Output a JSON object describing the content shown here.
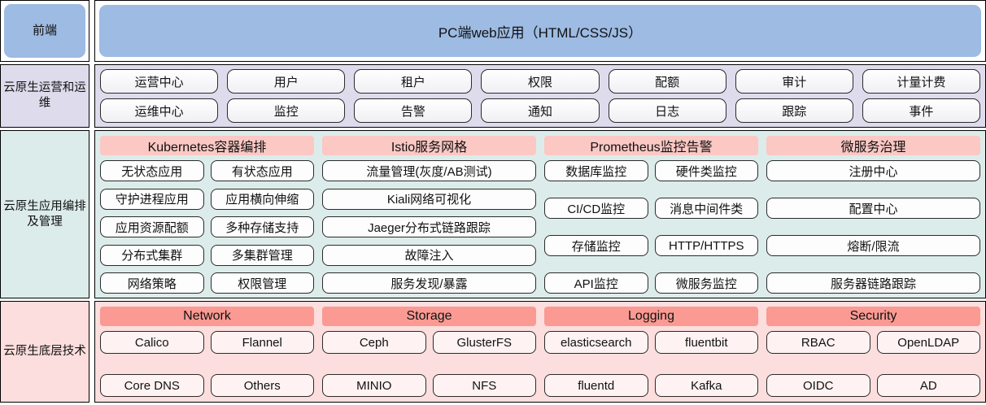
{
  "colors": {
    "frontend_blue": "#9dbbe3",
    "ops_purple": "#dedcec",
    "orch_teal": "#dcecea",
    "infra_pink": "#fbdedd",
    "header_pink": "#fbc8c4",
    "header_pink_strong": "#fa9a93"
  },
  "layers": [
    {
      "id": "frontend",
      "label": "前端",
      "title": "PC端web应用（HTML/CSS/JS）"
    },
    {
      "id": "ops",
      "label": "云原生运营和运维",
      "rows": [
        [
          "运营中心",
          "用户",
          "租户",
          "权限",
          "配额",
          "审计",
          "计量计费"
        ],
        [
          "运维中心",
          "监控",
          "告警",
          "通知",
          "日志",
          "跟踪",
          "事件"
        ]
      ]
    },
    {
      "id": "orchestration",
      "label": "云原生应用编排及管理",
      "columns": [
        {
          "header": "Kubernetes容器编排",
          "rows": [
            [
              "无状态应用",
              "有状态应用"
            ],
            [
              "守护进程应用",
              "应用横向伸缩"
            ],
            [
              "应用资源配额",
              "多种存储支持"
            ],
            [
              "分布式集群",
              "多集群管理"
            ],
            [
              "网络策略",
              "权限管理"
            ]
          ]
        },
        {
          "header": "Istio服务网格",
          "rows": [
            [
              "流量管理(灰度/AB测试)"
            ],
            [
              "Kiali网络可视化"
            ],
            [
              "Jaeger分布式链路跟踪"
            ],
            [
              "故障注入"
            ],
            [
              "服务发现/暴露"
            ]
          ]
        },
        {
          "header": "Prometheus监控告警",
          "rows": [
            [
              "数据库监控",
              "硬件类监控"
            ],
            [
              "CI/CD监控",
              "消息中间件类"
            ],
            [
              "存储监控",
              "HTTP/HTTPS"
            ],
            [
              "API监控",
              "微服务监控"
            ]
          ]
        },
        {
          "header": "微服务治理",
          "rows": [
            [
              "注册中心"
            ],
            [
              "配置中心"
            ],
            [
              "熔断/限流"
            ],
            [
              "服务器链路跟踪"
            ]
          ]
        }
      ]
    },
    {
      "id": "infrastructure",
      "label": "云原生底层技术",
      "columns": [
        {
          "header": "Network",
          "rows": [
            [
              "Calico",
              "Flannel"
            ],
            [
              "Core DNS",
              "Others"
            ]
          ]
        },
        {
          "header": "Storage",
          "rows": [
            [
              "Ceph",
              "GlusterFS"
            ],
            [
              "MINIO",
              "NFS"
            ]
          ]
        },
        {
          "header": "Logging",
          "rows": [
            [
              "elasticsearch",
              "fluentbit"
            ],
            [
              "fluentd",
              "Kafka"
            ]
          ]
        },
        {
          "header": "Security",
          "rows": [
            [
              "RBAC",
              "OpenLDAP"
            ],
            [
              "OIDC",
              "AD"
            ]
          ]
        }
      ]
    }
  ]
}
